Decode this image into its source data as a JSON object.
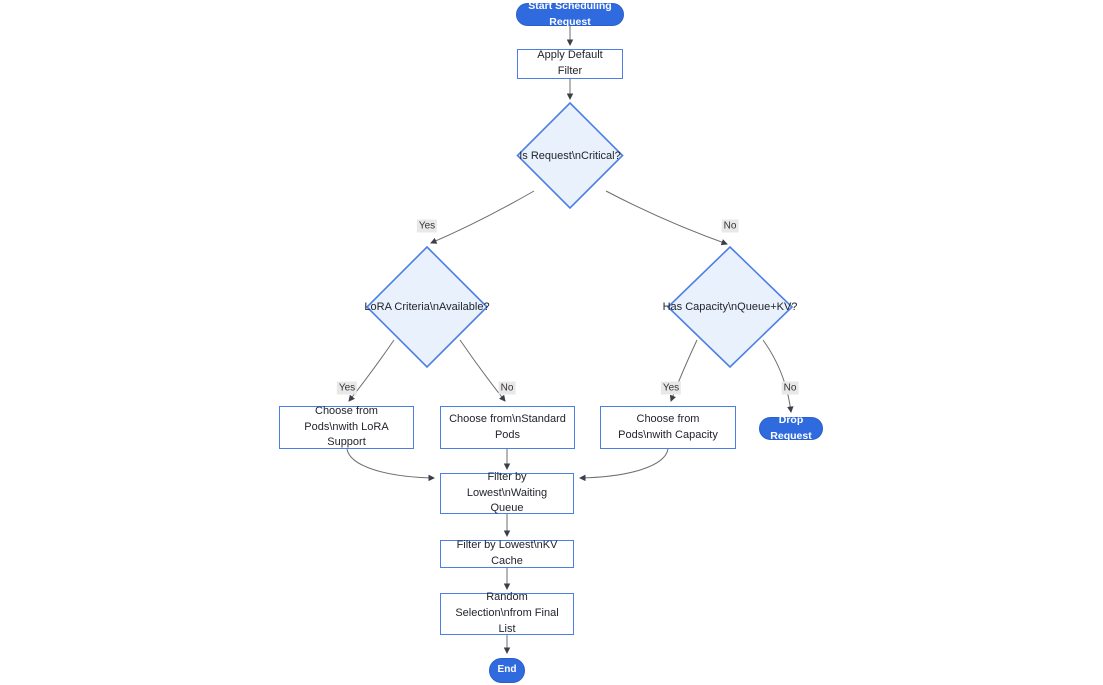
{
  "diagram": {
    "type": "flowchart",
    "nodes": {
      "start": "Start Scheduling Request",
      "apply_filter": "Apply Default Filter",
      "is_critical": "Is Request\\nCritical?",
      "lora_available": "LoRA Criteria\\nAvailable?",
      "has_capacity": "Has Capacity\\nQueue+KV?",
      "choose_lora": "Choose from Pods\\nwith LoRA Support",
      "choose_standard": "Choose from\\nStandard Pods",
      "choose_capacity": "Choose from Pods\\nwith Capacity",
      "drop_request": "Drop Request",
      "filter_waiting": "Filter by Lowest\\nWaiting Queue",
      "filter_kv": "Filter by Lowest\\nKV Cache",
      "random_selection": "Random Selection\\nfrom Final List",
      "end": "End"
    },
    "edge_labels": {
      "critical_yes": "Yes",
      "critical_no": "No",
      "lora_yes": "Yes",
      "lora_no": "No",
      "capacity_yes": "Yes",
      "capacity_no": "No"
    },
    "colors": {
      "accent": "#2f6bdf",
      "node_border": "#4c7fe6",
      "decision_fill": "#e9f2fc",
      "edge_line": "#6e6e6e",
      "arrowhead": "#394049",
      "edge_label_bg": "#e8e8e8",
      "node_text": "#21242c"
    }
  }
}
